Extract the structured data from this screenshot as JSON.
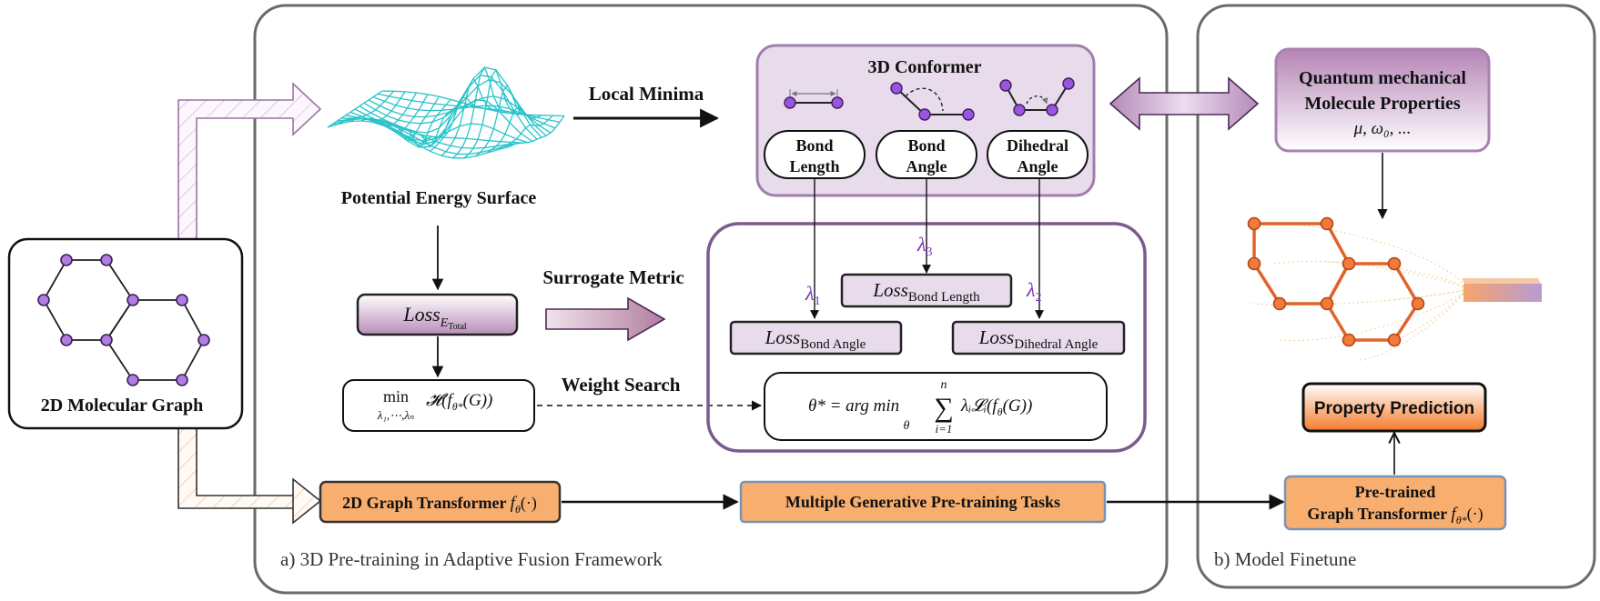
{
  "left_box": {
    "label": "2D Molecular Graph"
  },
  "panel_a": {
    "caption": "a) 3D Pre-training in Adaptive Fusion Framework",
    "pes_label": "Potential Energy Surface",
    "local_minima_label": "Local Minima",
    "conformer": {
      "title": "3D Conformer",
      "items": [
        {
          "line1": "Bond",
          "line2": "Length"
        },
        {
          "line1": "Bond",
          "line2": "Angle"
        },
        {
          "line1": "Dihedral",
          "line2": "Angle"
        }
      ]
    },
    "loss_total": {
      "base": "Loss",
      "sub_main": "E",
      "sub_sub": "Total"
    },
    "surrogate_label": "Surrogate Metric",
    "weight_search_label": "Weight Search",
    "min_formula": {
      "op": "min",
      "under": "λ₁,⋯,λₙ",
      "body": "𝓗(f",
      "body_sub": "θ*",
      "body_end": "(G))"
    },
    "lambdas": {
      "l1": "λ",
      "l1_sub": "1",
      "l2": "λ",
      "l2_sub": "2",
      "l3": "λ",
      "l3_sub": "3"
    },
    "loss_bond_length": {
      "base": "Loss",
      "sub": "Bond Length"
    },
    "loss_bond_angle": {
      "base": "Loss",
      "sub": "Bond Angle"
    },
    "loss_dihedral": {
      "base": "Loss",
      "sub": "Dihedral Angle"
    },
    "theta_formula": {
      "lhs": "θ* = arg min",
      "under_min": "θ",
      "sum_top": "n",
      "sum_sym": "∑",
      "sum_bottom": "i=1",
      "rhs": "λᵢ𝓛ᵢ(f",
      "rhs_sub": "θ",
      "rhs_end": "(G))"
    },
    "transformer_2d": {
      "label": "2D Graph Transformer ",
      "fn": "f",
      "fn_sub": "θ",
      "fn_end": "(·)"
    },
    "gen_tasks": {
      "label": "Multiple Generative Pre-training Tasks"
    }
  },
  "panel_b": {
    "caption": "b) Model Finetune",
    "quantum": {
      "line1": "Quantum mechanical",
      "line2": "Molecule Properties",
      "line3": "μ, ω₀, ..."
    },
    "prediction": {
      "label": "Property Prediction"
    },
    "pretrained": {
      "line1": "Pre-trained",
      "line2": "Graph Transformer ",
      "fn": "f",
      "fn_sub": "θ*",
      "fn_end": "(·)"
    }
  },
  "colors": {
    "orange_box": "#f8ae6e",
    "purple_accent": "#7a4f95",
    "purple_light": "#e8dbeb",
    "cyan_surface": "#29c3c9",
    "node_purple": "#b07de0",
    "node_orange": "#f27a3c"
  }
}
